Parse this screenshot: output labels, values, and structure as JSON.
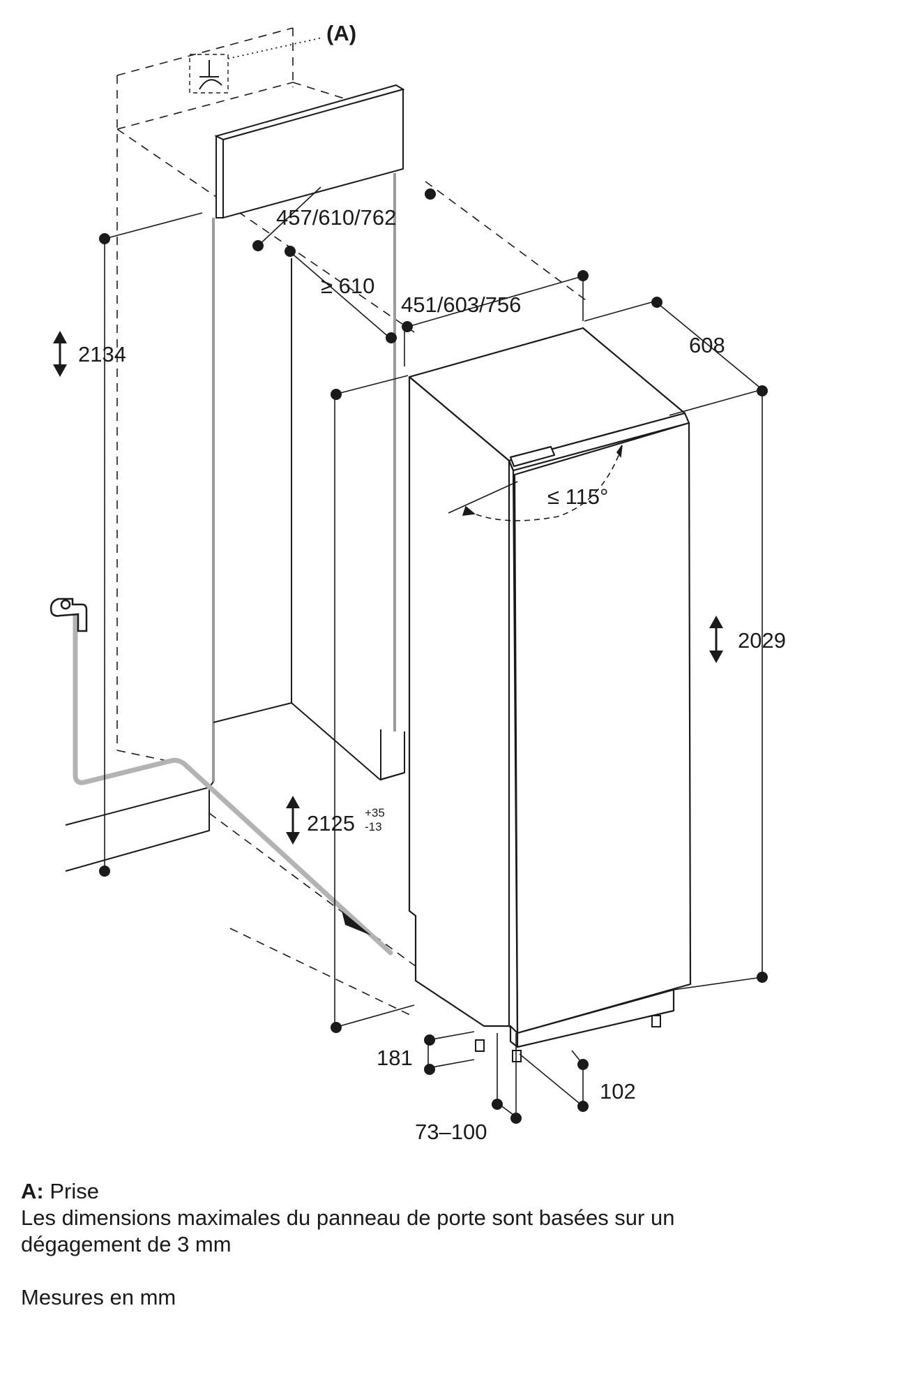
{
  "callout": {
    "label": "(A)"
  },
  "dimensions": {
    "niche_height": "2134",
    "panel_widths": "457/610/762",
    "min_depth": "≥ 610",
    "door_panel_widths": "451/603/756",
    "appliance_depth": "608",
    "door_angle": "≤ 115°",
    "appliance_height": "2029",
    "door_panel_height": "2125",
    "door_panel_height_tol_plus": "+35",
    "door_panel_height_tol_minus": "-13",
    "plinth_height": "181",
    "plinth_depth": "102",
    "plinth_offset": "73–100"
  },
  "legend": {
    "key_label": "A:",
    "key_text": "Prise",
    "note_line1": "Les dimensions maximales du panneau de porte sont basées sur un",
    "note_line2": "dégagement de 3 mm",
    "units": "Mesures en mm"
  }
}
